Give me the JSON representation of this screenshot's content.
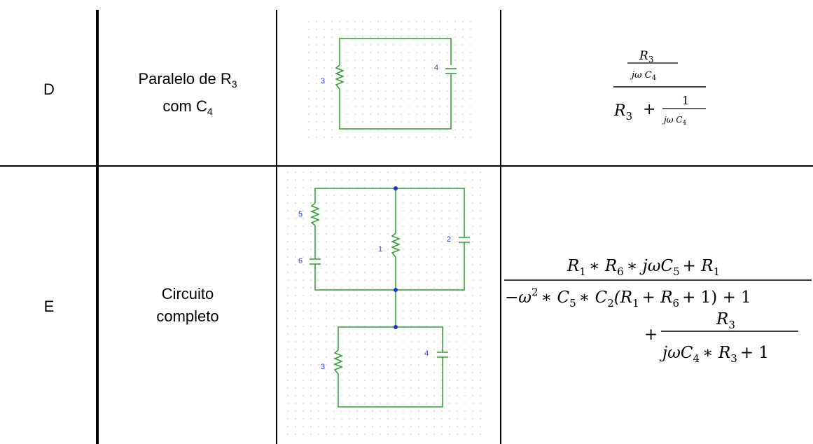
{
  "rows": [
    {
      "id": "D",
      "desc_line1": "Paralelo de R",
      "desc_line1_sub": "3",
      "desc_line2": "com C",
      "desc_line2_sub": "4",
      "schematic_labels": {
        "r3": "3",
        "c4": "4"
      }
    },
    {
      "id": "E",
      "desc_line1": "Circuito",
      "desc_line2": "completo",
      "schematic_labels": {
        "r5": "5",
        "c6": "6",
        "r1": "1",
        "c2": "2",
        "r3": "3",
        "c4": "4"
      }
    }
  ],
  "formula_d": {
    "R": "R",
    "three": "3",
    "jomega": "jω C",
    "four": "4",
    "plus": "+",
    "one": "1"
  },
  "formula_e": {
    "num": [
      "R",
      "1",
      "∗ R",
      "6",
      "∗ jωC",
      "5",
      "+ R",
      "1"
    ],
    "den": [
      "−ω",
      "2",
      "∗ C",
      "5",
      "∗ C",
      "2",
      "(R",
      "1",
      "+ R",
      "6",
      "+ 1) + 1"
    ],
    "plus": "+",
    "f2num": [
      "R",
      "3"
    ],
    "f2den": [
      "jωC",
      "4",
      "∗ R",
      "3",
      "+ 1"
    ]
  },
  "colors": {
    "wire": "#2e9e2e",
    "label": "#2a3fd6",
    "node": "#1a2fd8",
    "grid": "#bfbfbf"
  }
}
